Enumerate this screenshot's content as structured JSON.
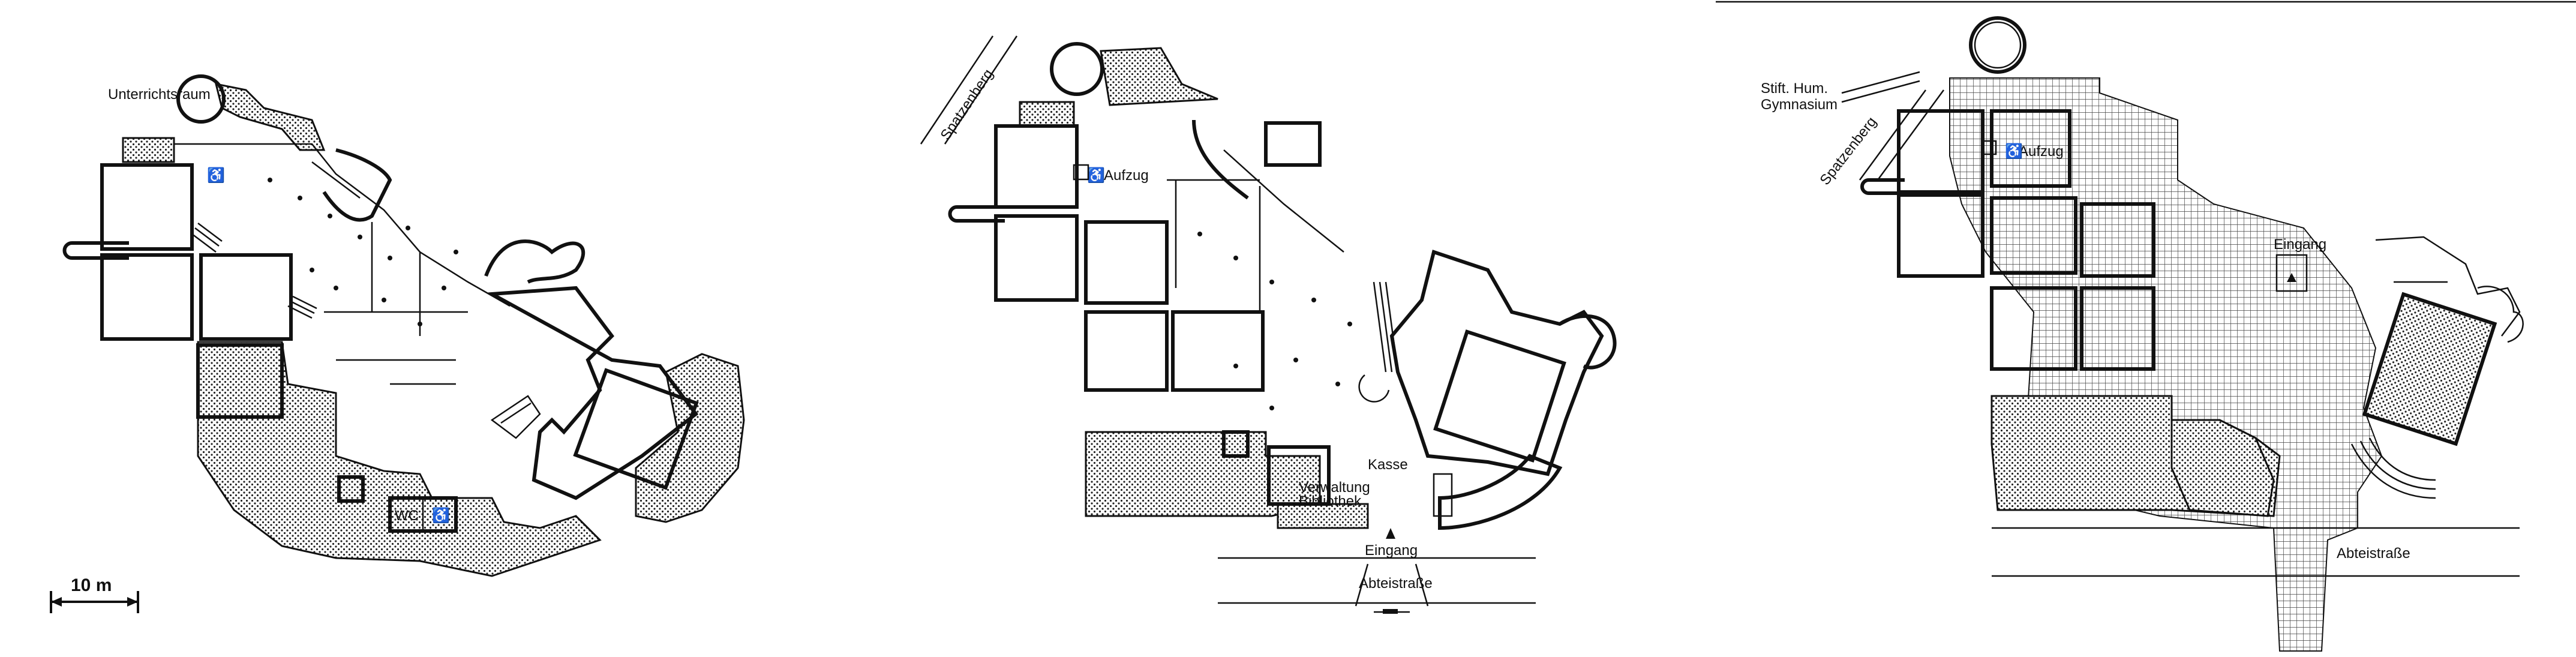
{
  "plan_lower": {
    "labels": {
      "classroom": "Unterrichtsraum",
      "wc": "WC",
      "scale": "10 m"
    }
  },
  "plan_ground": {
    "labels": {
      "street_north": "Spatzenberg",
      "elevator": "Aufzug",
      "cashier": "Kasse",
      "admin": "Verwaltung",
      "library": "Bibliothek",
      "entrance": "Eingang",
      "street_south": "Abteistraße"
    }
  },
  "plan_site": {
    "labels": {
      "school_1": "Stift. Hum.",
      "school_2": "Gymnasium",
      "street_north": "Spatzenberg",
      "elevator": "Aufzug",
      "entrance": "Eingang",
      "street_south": "Abteistraße"
    }
  },
  "colors": {
    "ink": "#111111",
    "paper": "#ffffff",
    "stipple": "#c9c9c9",
    "grid": "#9a9a9a"
  }
}
